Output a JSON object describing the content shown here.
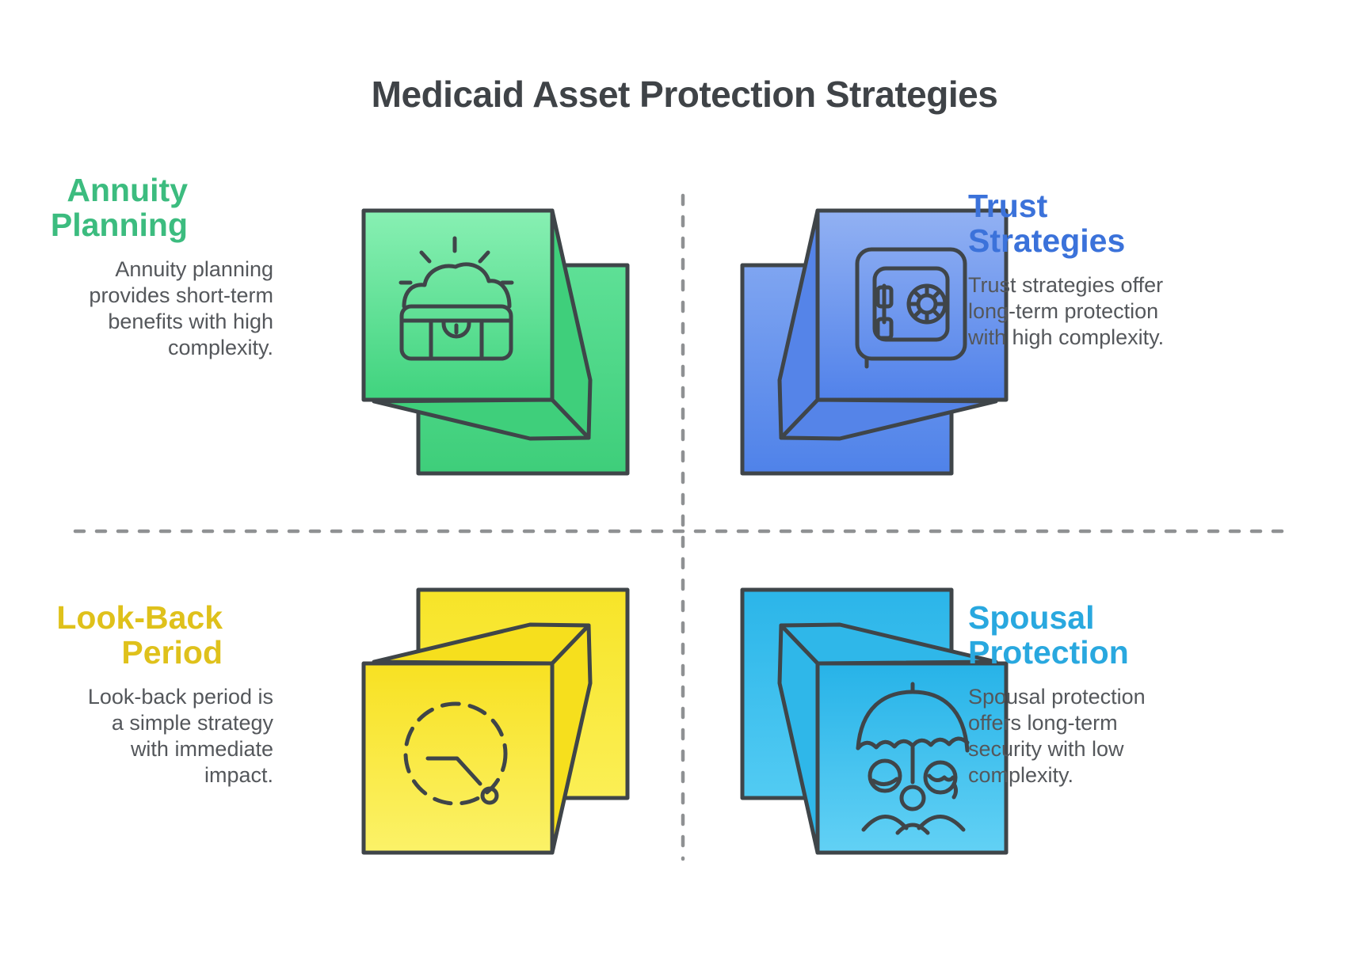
{
  "title": "Medicaid Asset Protection Strategies",
  "colors": {
    "title_text": "#3F4347",
    "body_text": "#54575B",
    "divider": "#8F9193",
    "outline": "#3F4549",
    "green_accent": "#3CBC7F",
    "blue_accent": "#3B72DA",
    "yellow_accent": "#DFC11B",
    "cyan_accent": "#29A8DF"
  },
  "quadrants": [
    {
      "id": "annuity-planning",
      "heading": "Annuity\nPlanning",
      "heading_color": "#3CBC7F",
      "description": "Annuity planning\nprovides short-term\nbenefits with high\ncomplexity.",
      "icon": "treasure-chest-icon",
      "cube_front_top": "#88F0B3",
      "cube_front_bottom": "#40D37E"
    },
    {
      "id": "trust-strategies",
      "heading": "Trust\nStrategies",
      "heading_color": "#3B72DA",
      "description": "Trust strategies offer\nlong-term protection\nwith high complexity.",
      "icon": "safe-vault-icon",
      "cube_front_top": "#92B1F3",
      "cube_front_bottom": "#5182EA"
    },
    {
      "id": "look-back-period",
      "heading": "Look-Back\nPeriod",
      "heading_color": "#DFC11B",
      "description": "Look-back period is\na simple strategy\nwith immediate\nimpact.",
      "icon": "clock-icon",
      "cube_front_top": "#FBF268",
      "cube_front_bottom": "#F8E122"
    },
    {
      "id": "spousal-protection",
      "heading": "Spousal\nProtection",
      "heading_color": "#29A8DF",
      "description": "Spousal protection\noffers long-term\nsecurity with low\ncomplexity.",
      "icon": "family-umbrella-icon",
      "cube_front_top": "#62D1F5",
      "cube_front_bottom": "#27B3E8"
    }
  ]
}
